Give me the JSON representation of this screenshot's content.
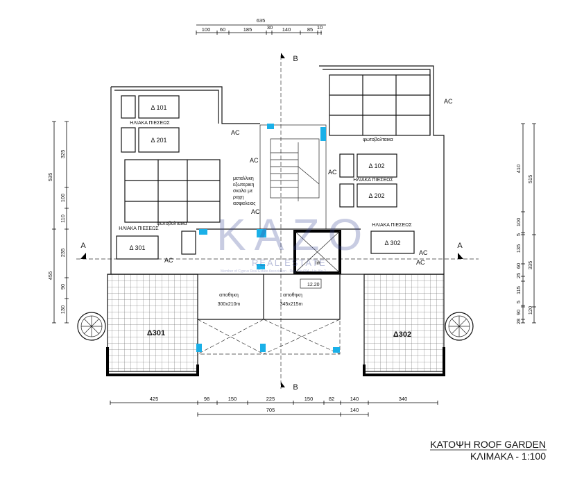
{
  "title": {
    "main": "ΚΑΤΟΨΗ ROOF GARDEN",
    "scale": "ΚΛΙΜΑΚΑ - 1:100"
  },
  "section_markers": {
    "a_left": "A",
    "a_right": "A",
    "b_top": "B",
    "b_bottom": "B"
  },
  "rooms": {
    "d101": "Δ 101",
    "d201": "Δ 201",
    "d301": "Δ 301",
    "d102": "Δ 102",
    "d202": "Δ 202",
    "d302": "Δ 302",
    "terrace_301": "Δ301",
    "terrace_302": "Δ302",
    "solar_heaters_1": "ΗΛΙΑΚΑ ΠΙΕΣΕΩΣ",
    "solar_heaters_2": "ΗΛΙΑΚΑ ΠΙΕΣΕΩΣ",
    "solar_heaters_3": "ΗΛΙΑΚΑ ΠΙΕΣΕΩΣ",
    "solar_heaters_4": "ΗΛΙΑΚΑ ΠΙΕΣΕΩΣ",
    "pv_left": "φωτοβολταικα",
    "pv_right": "φωτοβολταικα",
    "stair_note": [
      "μεταλλικη",
      "εξωτερικη",
      "σκαλα με",
      "ραχη",
      "ασφαλειας"
    ],
    "lift": "lift",
    "storage_1": "αποθηκη",
    "storage_1_size": "300x210m",
    "storage_2": "αποθηκη",
    "storage_2_size": "345x215m",
    "level": "12.20",
    "ac": [
      "AC",
      "AC",
      "AC",
      "AC",
      "AC",
      "AC",
      "AC",
      "AC"
    ]
  },
  "dimensions": {
    "top_total": "635",
    "top": [
      "100",
      "60",
      "185",
      "30",
      "140",
      "85",
      "10"
    ],
    "left_outer": [
      "535",
      "455"
    ],
    "left_inner": [
      "325",
      "100",
      "110",
      "235",
      "90",
      "130"
    ],
    "right_inner": [
      "410",
      "100",
      "5",
      "135",
      "60",
      "25",
      "115",
      "5",
      "90",
      "28"
    ],
    "right_outer": [
      "515",
      "335",
      "120"
    ],
    "bottom": [
      "425",
      "98",
      "150",
      "225",
      "150",
      "82",
      "140",
      "340"
    ],
    "bottom_row2": [
      "705",
      "140"
    ]
  },
  "watermark": {
    "logo": "KAZO",
    "sub": "REAL ESTATE",
    "note": "Member of Cyprus Real Estate Association - Reg. No 694 - Lic. No 2..."
  }
}
